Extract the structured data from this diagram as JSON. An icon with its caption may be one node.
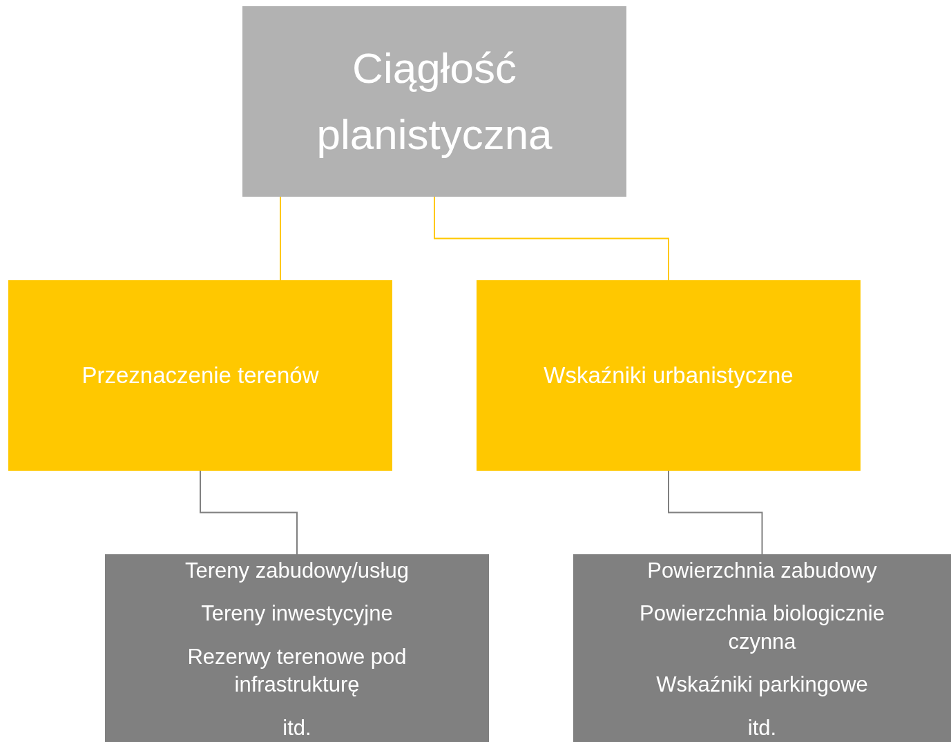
{
  "diagram": {
    "nodes": [
      {
        "text": [
          "Ciągłość planistyczna"
        ]
      },
      {
        "text": [
          "Przeznaczenie terenów"
        ]
      },
      {
        "text": [
          "Wskaźniki urbanistyczne"
        ]
      },
      {
        "text": [
          "Tereny zabudowy/usług",
          "Tereny inwestycyjne",
          "Rezerwy terenowe pod infrastrukturę",
          "itd."
        ]
      },
      {
        "text": [
          "Powierzchnia zabudowy",
          "Powierzchnia biologicznie czynna",
          "Wskaźniki parkingowe",
          "itd."
        ]
      }
    ],
    "edges": [
      {
        "from": 0,
        "to": 1,
        "arrow": "none",
        "color": "#ffc800"
      },
      {
        "from": 0,
        "to": 2,
        "arrow": "none",
        "color": "#ffc800"
      },
      {
        "from": 1,
        "to": 3,
        "arrow": "none",
        "color": "#808080"
      },
      {
        "from": 2,
        "to": 4,
        "arrow": "none",
        "color": "#808080"
      }
    ]
  }
}
